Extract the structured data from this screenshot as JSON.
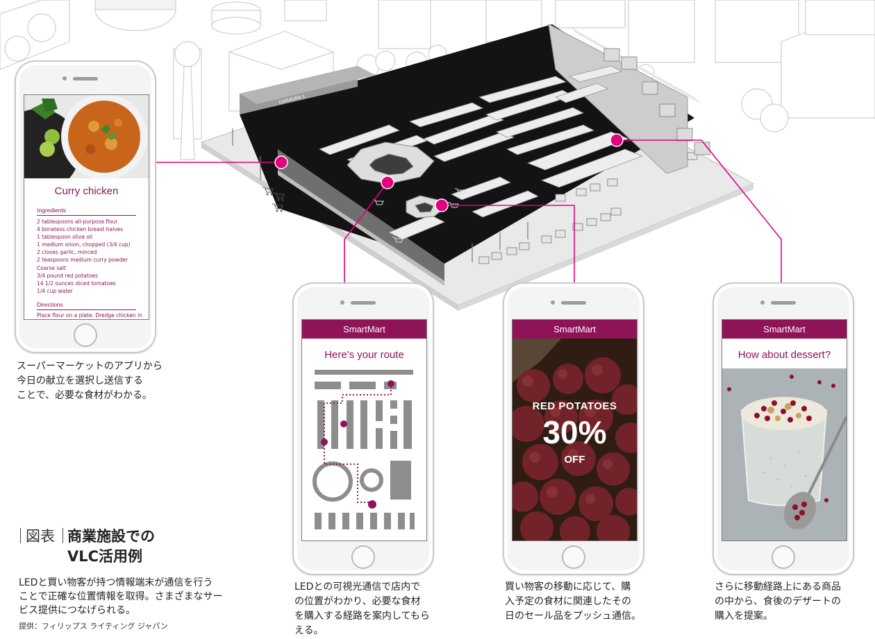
{
  "colors": {
    "accent": "#8e1357",
    "route_line": "#e6007e",
    "screen_bar": "#8e1357"
  },
  "store_sign": "CARAVAN 1",
  "phone_recipe": {
    "dish_title": "Curry chicken",
    "ingredients_heading": "Ingredients",
    "ingredients": [
      "2 tablespoons all-purpose flour",
      "4 boneless chicken breast halves",
      "1 tablespoon  olive oil",
      "1 medium onion, chopped (3/4 cup)",
      "2 cloves garlic, minced",
      "2 teaspoons medium curry powder",
      "Coarse salt",
      "3/4 pound red potatoes",
      "14 1/2 ounces diced tomatoes",
      "1/4 cup water"
    ],
    "directions_heading": "Directions",
    "directions_text": "Place flour on a plate. Dredge chicken in",
    "caption": [
      "スーパーマーケットのアプリから",
      "今日の献立を選択し送信する",
      "ことで、必要な食材がわかる。"
    ]
  },
  "phone_route": {
    "app_name": "SmartMart",
    "title": "Here's your route",
    "caption": [
      "LEDとの可視光通信で店内で",
      "の位置がわかり、必要な食材",
      "を購入する経路を案内してもら",
      "える。"
    ]
  },
  "phone_sale": {
    "app_name": "SmartMart",
    "product": "RED POTATOES",
    "discount": "30%",
    "off_label": "OFF",
    "caption": [
      "買い物客の移動に応じて、購",
      "入予定の食材に関連したその",
      "日のセール品をプッシュ通信。"
    ]
  },
  "phone_dessert": {
    "app_name": "SmartMart",
    "title": "How about dessert?",
    "caption": [
      "さらに移動経路上にある商品",
      "の中から、食後のデザートの",
      "購入を提案。"
    ]
  },
  "figure": {
    "label": "図表",
    "title_line1": "商業施設での",
    "title_line2": "VLC活用例",
    "description": [
      "LEDと買い物客が持つ情報端末が通信を行う",
      "ことで正確な位置情報を取得。さまざまなサー",
      "ビス提供につなげられる。"
    ],
    "credit": "提供：フィリップス ライティング ジャパン"
  },
  "icons": [
    "shopping-cart-icon",
    "location-pin-icon"
  ]
}
